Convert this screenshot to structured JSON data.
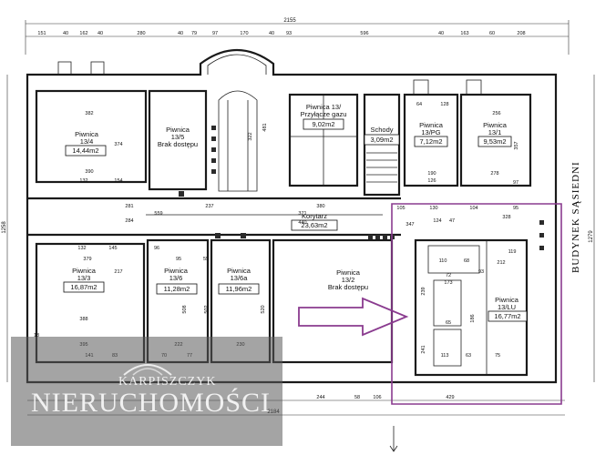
{
  "overall_dims": {
    "top_total": "2155",
    "bottom_total": "2184",
    "left_total": "1258",
    "right_total": "1279"
  },
  "top_segments": [
    "151",
    "40",
    "162",
    "40",
    "280",
    "40",
    "79",
    "97",
    "170",
    "40",
    "93",
    "596",
    "40",
    "163",
    "60",
    "208"
  ],
  "bottom_segments": [
    "244",
    "58",
    "106",
    "429"
  ],
  "rooms": [
    {
      "name": "Piwnica\n13/4",
      "area": "14,44m2"
    },
    {
      "name": "Piwnica\n13/5\nBrak dostępu",
      "area": ""
    },
    {
      "name": "Piwnica 13/\nPrzyłącze gazu",
      "area": "9,02m2"
    },
    {
      "name": "Schody",
      "area": "3,09m2"
    },
    {
      "name": "Piwnica\n13/PG",
      "area": "7,12m2"
    },
    {
      "name": "Piwnica\n13/1",
      "area": "9,53m2"
    },
    {
      "name": "Korytarz",
      "area": "23,63m2"
    },
    {
      "name": "Piwnica\n13/3",
      "area": "16,87m2"
    },
    {
      "name": "Piwnica\n13/6",
      "area": "11,28m2"
    },
    {
      "name": "Piwnica\n13/6a",
      "area": "11,96m2"
    },
    {
      "name": "Piwnica\n13/2\nBrak dostępu",
      "area": ""
    },
    {
      "name": "Piwnica\n13/LU",
      "area": "16,77m2"
    }
  ],
  "interior_dims": [
    "382",
    "374",
    "390",
    "132",
    "154",
    "281",
    "284",
    "559",
    "237",
    "380",
    "371",
    "440",
    "379",
    "145",
    "132",
    "217",
    "96",
    "95",
    "388",
    "395",
    "141",
    "83",
    "222",
    "77",
    "70",
    "230",
    "55",
    "508",
    "502",
    "520",
    "347",
    "124",
    "47",
    "105",
    "130",
    "104",
    "328",
    "95",
    "212",
    "119",
    "110",
    "68",
    "93",
    "239",
    "72",
    "173",
    "186",
    "65",
    "241",
    "113",
    "63",
    "75",
    "18",
    "322",
    "481",
    "64",
    "128",
    "256",
    "190",
    "126",
    "278",
    "97",
    "357"
  ],
  "neighbour_label": "BUDYNEK SĄSIEDNI",
  "watermark": {
    "line1": "KARPISZCZYK",
    "line2": "NIERUCHOMOŚCI"
  },
  "colors": {
    "highlight": "#8a3b8f",
    "walls": "#1a1a1a",
    "watermark_bg": "#5a5a5a"
  }
}
